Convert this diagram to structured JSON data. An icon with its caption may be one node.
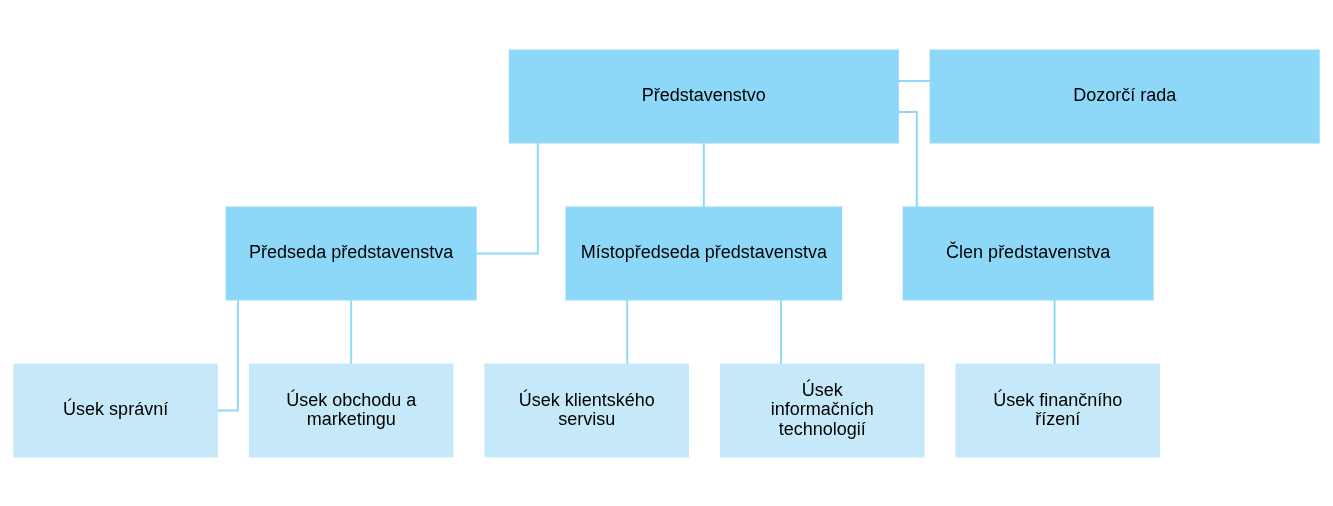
{
  "diagram": {
    "nodes": [
      {
        "text": [
          "Představenstvo"
        ]
      },
      {
        "text": [
          "Dozorčí rada"
        ]
      },
      {
        "text": [
          "Předseda představenstva"
        ]
      },
      {
        "text": [
          "Místopředseda představenstva"
        ]
      },
      {
        "text": [
          "Člen představenstva"
        ]
      },
      {
        "text": [
          "Úsek správní"
        ]
      },
      {
        "text": [
          "Úsek obchodu a marketingu"
        ]
      },
      {
        "text": [
          "Úsek klientského servisu"
        ]
      },
      {
        "text": [
          "Úsek informačních technologií"
        ]
      },
      {
        "text": [
          "Úsek finančního řízení"
        ]
      }
    ],
    "edges": [
      {
        "from": 0,
        "to": 1,
        "arrow": "none"
      },
      {
        "from": 0,
        "to": 2,
        "arrow": "none"
      },
      {
        "from": 0,
        "to": 3,
        "arrow": "none"
      },
      {
        "from": 0,
        "to": 4,
        "arrow": "none"
      },
      {
        "from": 2,
        "to": 5,
        "arrow": "none"
      },
      {
        "from": 2,
        "to": 6,
        "arrow": "none"
      },
      {
        "from": 3,
        "to": 7,
        "arrow": "none"
      },
      {
        "from": 3,
        "to": 8,
        "arrow": "none"
      },
      {
        "from": 4,
        "to": 9,
        "arrow": "none"
      }
    ]
  }
}
